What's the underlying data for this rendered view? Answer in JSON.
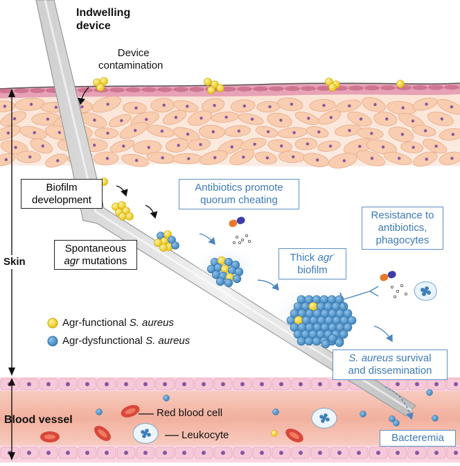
{
  "labels": {
    "device": [
      "Indwelling",
      "device"
    ],
    "contamination": [
      "Device",
      "contamination"
    ],
    "biofilm_dev": [
      "Biofilm",
      "development"
    ],
    "spont": [
      "Spontaneous",
      "agr",
      " mutations"
    ],
    "antibiotics_cheat": [
      "Antibiotics promote",
      "quorum cheating"
    ],
    "resistance": [
      "Resistance to",
      "antibiotics,",
      "phagocytes"
    ],
    "thick_pre": "Thick ",
    "thick_agr": "agr",
    "thick_minus": "-",
    "thick_post": "biofilm",
    "survival_italic": "S. aureus",
    "survival_rest": " survival",
    "survival_line2": "and dissemination",
    "skin": "Skin",
    "blood_vessel": "Blood vessel",
    "rbc": "Red blood cell",
    "leukocyte": "Leukocyte",
    "bacteremia": "Bacteremia"
  },
  "legend": [
    {
      "prefix": "Agr-functional ",
      "species": "S. aureus",
      "color": "#f2d024"
    },
    {
      "prefix": "Agr-dysfunctional ",
      "species": "S. aureus",
      "color": "#4b90c8"
    }
  ],
  "colors": {
    "yellow_cell": "#f2d024",
    "blue_cell": "#4b90c8",
    "skin_cell": "#f8cdb0",
    "skin_nucleus": "#8a55a0",
    "epidermis": "#c86a8a",
    "vessel_wall": "#f6c9d8",
    "blood": "#f3b4a4",
    "rbc": "#d8473a",
    "accent_blue": "#3d79b7"
  }
}
